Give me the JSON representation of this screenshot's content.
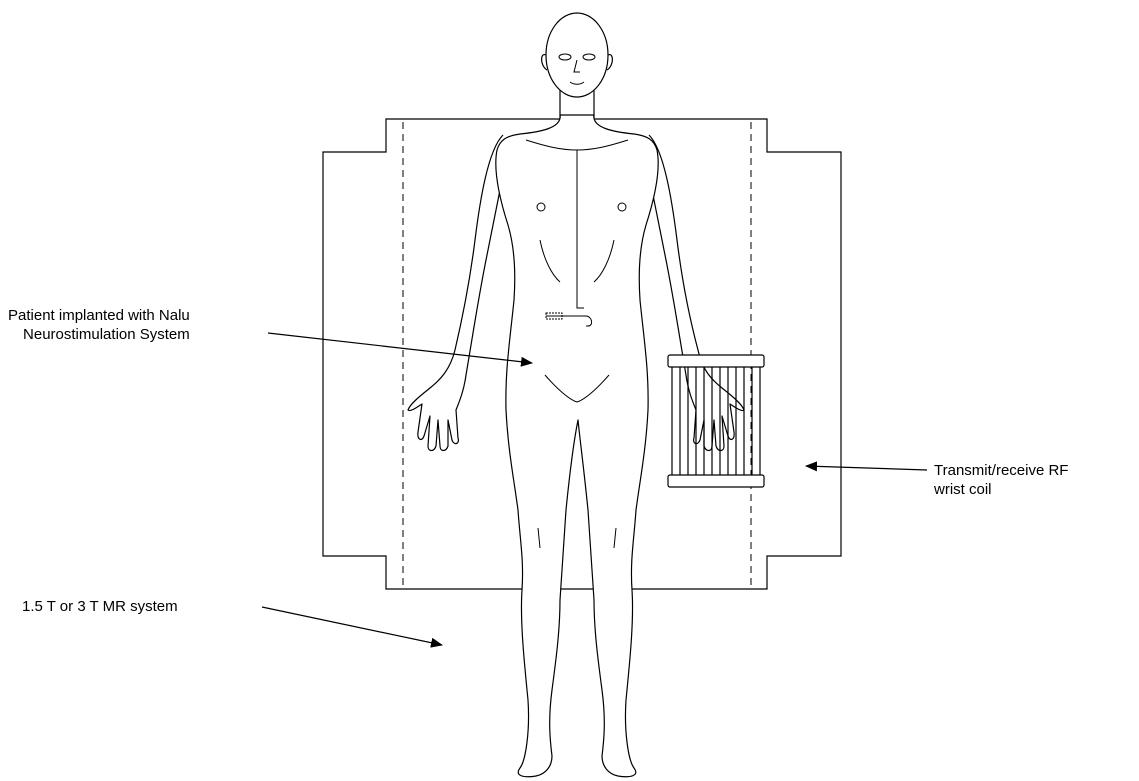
{
  "callouts": {
    "patient": {
      "line1": "Patient implanted with Nalu",
      "line2": "Neurostimulation System"
    },
    "coil": {
      "line1": "Transmit/receive RF",
      "line2": "wrist coil"
    },
    "mr_system": {
      "text": "1.5 T or 3 T MR system"
    }
  },
  "colors": {
    "stroke": "#000000",
    "background": "#ffffff"
  }
}
